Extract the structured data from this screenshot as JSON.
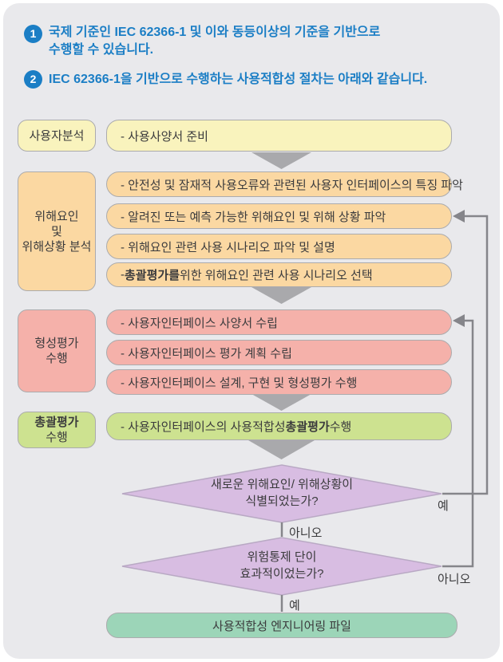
{
  "header": {
    "item1": {
      "number": "1",
      "line1": "국제 기준인 IEC 62366-1 및 이와 동등이상의 기준을 기반으로",
      "line2": "수행할 수 있습니다."
    },
    "item2": {
      "number": "2",
      "text": "IEC 62366-1을 기반으로 수행하는 사용적합성 절차는 아래와 같습니다."
    }
  },
  "flow": {
    "user_analysis": {
      "label": "사용자분석",
      "box1": "- 사용사양서 준비"
    },
    "hazard": {
      "label_line1": "위해요인",
      "label_line2": "및",
      "label_line3": "위해상황 분석",
      "box1": "- 안전성 및 잠재적 사용오류와 관련된 사용자 인터페이스의 특징 파악",
      "box2": "- 알려진 또는 예측 가능한 위해요인 및 위해 상황 파악",
      "box3": "- 위해요인 관련 사용 시나리오 파악 및 설명",
      "box4_pre": "- ",
      "box4_bold": "총괄평가를",
      "box4_post": " 위한 위해요인 관련 사용 시나리오 선택"
    },
    "formative": {
      "label_line1": "형성평가",
      "label_line2": "수행",
      "box1": "- 사용자인터페이스 사양서 수립",
      "box2": "- 사용자인터페이스 평가 계획 수립",
      "box3": "- 사용자인터페이스 설계, 구현 및 형성평가 수행"
    },
    "summative": {
      "label_line1_bold": "총괄평가",
      "label_line2": "수행",
      "box_pre": "- 사용자인터페이스의 사용적합성 ",
      "box_bold": "총괄평가",
      "box_post": " 수행"
    },
    "decision1": {
      "line1": "새로운 위해요인/ 위해상황이",
      "line2": "식별되었는가?",
      "yes_label": "예",
      "no_label": "아니오"
    },
    "decision2": {
      "line1": "위험통제 단이",
      "line2": "효과적이었는가?",
      "yes_label": "예",
      "no_label": "아니오"
    },
    "final_box": "사용적합성 엔지니어링 파일"
  },
  "colors": {
    "title_blue": "#1b7ec5",
    "yellow": "#f9f3bd",
    "orange": "#fbd8a2",
    "pink": "#f5b1aa",
    "green": "#cde290",
    "purple_diamond": "#d8bde2",
    "teal": "#9cd5b8",
    "gray_arrow": "#a9a9ac",
    "gray_line": "#85858a",
    "card_background": "#e9e9ec"
  }
}
